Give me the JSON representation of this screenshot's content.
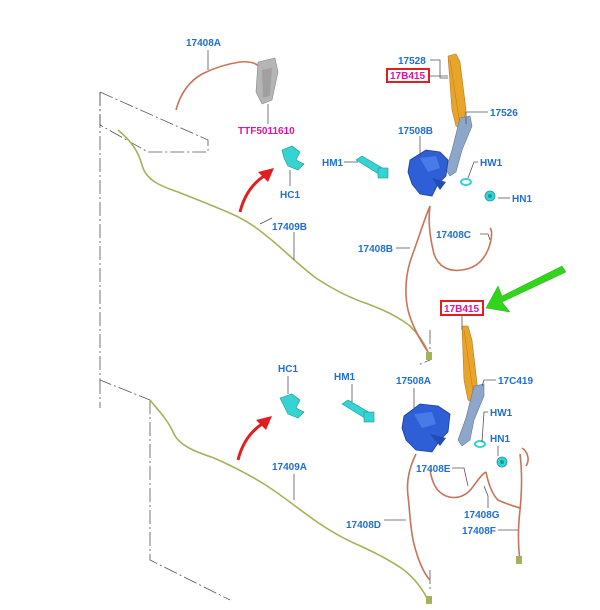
{
  "callouts": {
    "hose_17408A": "17408A",
    "part_ttf": "TTF5011610",
    "hose_17409B": "17409B",
    "clip_hc1_top": "HC1",
    "blade_17528": "17528",
    "blade_17B415_top": "17B415",
    "arm_17526": "17526",
    "motor_17508B": "17508B",
    "nozzle_hm1_top": "HM1",
    "washer_hw1_top": "HW1",
    "nut_hn1_top": "HN1",
    "hose_17408C": "17408C",
    "hose_17408B": "17408B",
    "blade_17B415_bottom": "17B415",
    "clip_hc1_bottom": "HC1",
    "nozzle_hm1_bottom": "HM1",
    "motor_17508A": "17508A",
    "arm_17C419": "17C419",
    "washer_hw1_bottom": "HW1",
    "nut_hn1_bottom": "HN1",
    "hose_17408E": "17408E",
    "hose_17409A": "17409A",
    "hose_17408G": "17408G",
    "hose_17408D": "17408D",
    "hose_17408F": "17408F"
  },
  "colors": {
    "callout_text": "#1f6fd1",
    "part_number_text": "#e0149c",
    "highlight_box": "#e02020",
    "pointer_arrow_green": "#33d41c",
    "pointer_arrow_red": "#e02020",
    "motor": "#2e5fd6",
    "fitting": "#36d3d3",
    "blade": "#e8a52a",
    "arm": "#8ea6c9",
    "hose_red": "#c9735a",
    "hose_green": "#a7b05a"
  },
  "icons": {
    "upper_pointer": "red-curved-arrow-icon",
    "lower_pointer": "red-curved-arrow-icon",
    "highlight_pointer": "green-arrow-icon"
  }
}
